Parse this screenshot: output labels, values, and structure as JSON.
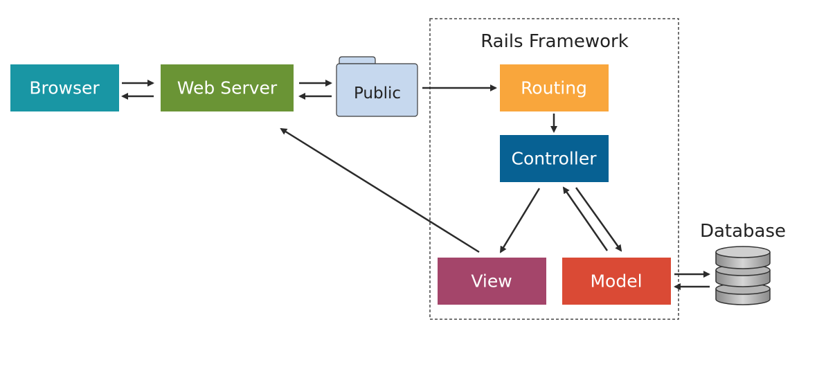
{
  "diagram": {
    "framework_label": "Rails Framework",
    "nodes": {
      "browser": "Browser",
      "web_server": "Web Server",
      "public": "Public",
      "routing": "Routing",
      "controller": "Controller",
      "view": "View",
      "model": "Model",
      "database": "Database"
    },
    "colors": {
      "browser": "#1996A4",
      "web_server": "#6A9435",
      "public": "#C6D8EE",
      "routing": "#F9A63C",
      "controller": "#076193",
      "view": "#A4456A",
      "model": "#DA4A35",
      "database": "#9B9B9B"
    }
  }
}
